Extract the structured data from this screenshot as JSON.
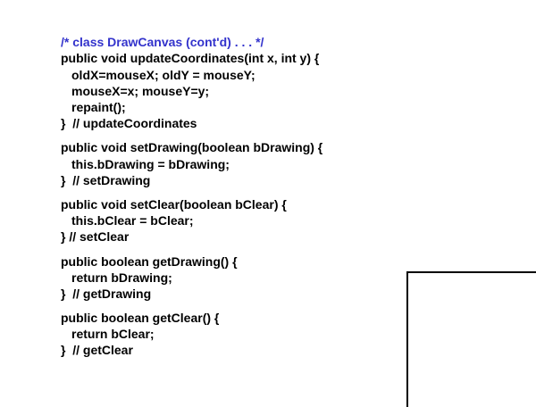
{
  "code": {
    "header_comment": "/* class DrawCanvas (cont'd) . . . */",
    "blocks": [
      {
        "lines": [
          "public void updateCoordinates(int x, int y) {",
          "oldX=mouseX; oldY = mouseY;",
          "mouseX=x; mouseY=y;",
          "repaint();",
          "}  // updateCoordinates"
        ]
      },
      {
        "lines": [
          "public void setDrawing(boolean bDrawing) {",
          "this.bDrawing = bDrawing;",
          "}  // setDrawing"
        ]
      },
      {
        "lines": [
          "public void setClear(boolean bClear) {",
          "this.bClear = bClear;",
          "} // setClear"
        ]
      },
      {
        "lines": [
          "public boolean getDrawing() {",
          "return bDrawing;",
          "}  // getDrawing"
        ]
      },
      {
        "lines": [
          "public boolean getClear() {",
          "return bClear;",
          "}  // getClear"
        ]
      }
    ]
  },
  "colors": {
    "comment": "#3333cc"
  }
}
